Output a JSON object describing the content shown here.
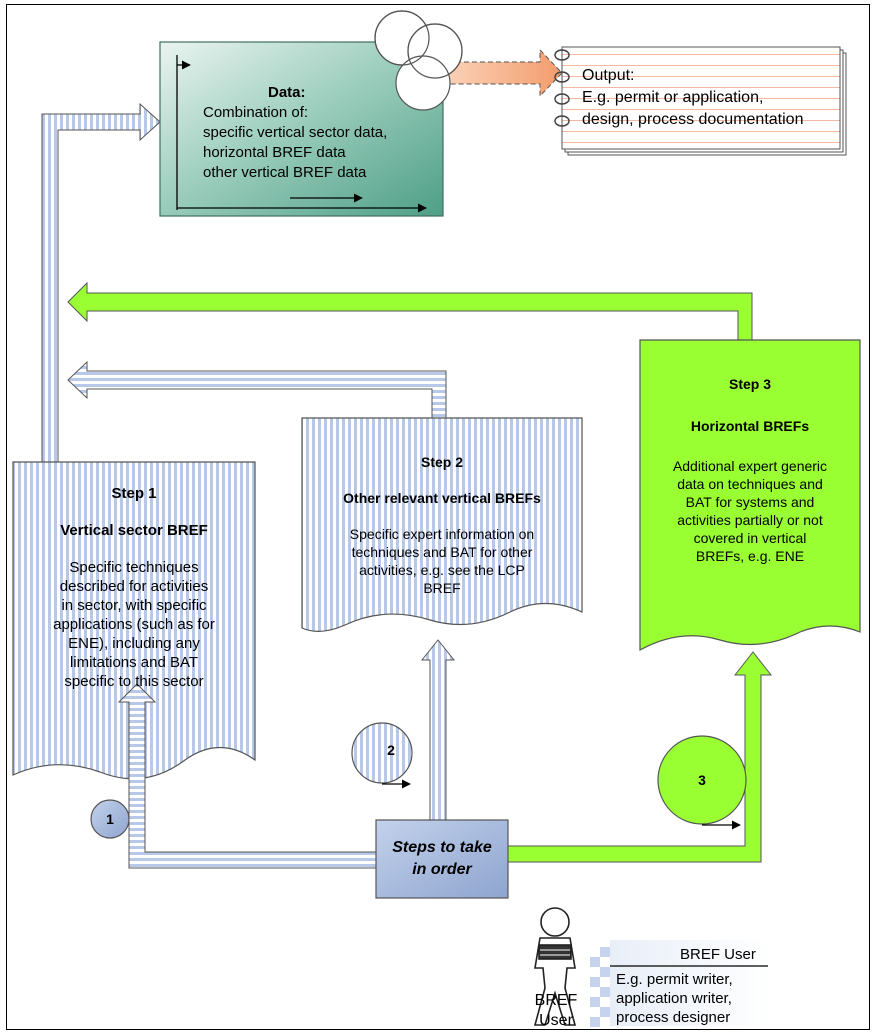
{
  "data_box": {
    "title": "Data:",
    "lines": [
      "Combination of:",
      "specific vertical sector data,",
      "horizontal BREF data",
      "other vertical BREF data"
    ]
  },
  "output": {
    "title": "Output:",
    "lines": [
      "E.g. permit or application,",
      "design, process documentation"
    ]
  },
  "step1": {
    "title": "Step 1",
    "subtitle": "Vertical sector BREF",
    "lines": [
      "Specific techniques",
      "described for activities",
      "in sector, with specific",
      "applications (such as for",
      "ENE), including any",
      "limitations and BAT",
      "specific to this sector"
    ]
  },
  "step2": {
    "title": "Step 2",
    "subtitle": "Other relevant vertical BREFs",
    "lines": [
      "Specific expert information on",
      "techniques and BAT for other",
      "activities, e.g. see the LCP",
      "BREF"
    ]
  },
  "step3": {
    "title": "Step 3",
    "subtitle": "Horizontal BREFs",
    "lines": [
      "Additional expert generic",
      "data on techniques and",
      "BAT for systems and",
      "activities partially or not",
      "covered in vertical",
      "BREFs, e.g. ENE"
    ]
  },
  "steps_box": {
    "lines": [
      "Steps to take",
      "in order"
    ]
  },
  "markers": {
    "one": "1",
    "two": "2",
    "three": "3"
  },
  "user": {
    "figure_label_lines": [
      "BREF",
      "User"
    ],
    "card_title": "BREF User",
    "card_lines": [
      "E.g. permit writer,",
      "application writer,",
      "process designer"
    ]
  },
  "colors": {
    "teal_box": "#5aae94",
    "green": "#99ff33",
    "blue_stripe": "#b8c8e8",
    "steps_box": "#9fb3d6",
    "arrow_orange": "#f4a77a"
  }
}
